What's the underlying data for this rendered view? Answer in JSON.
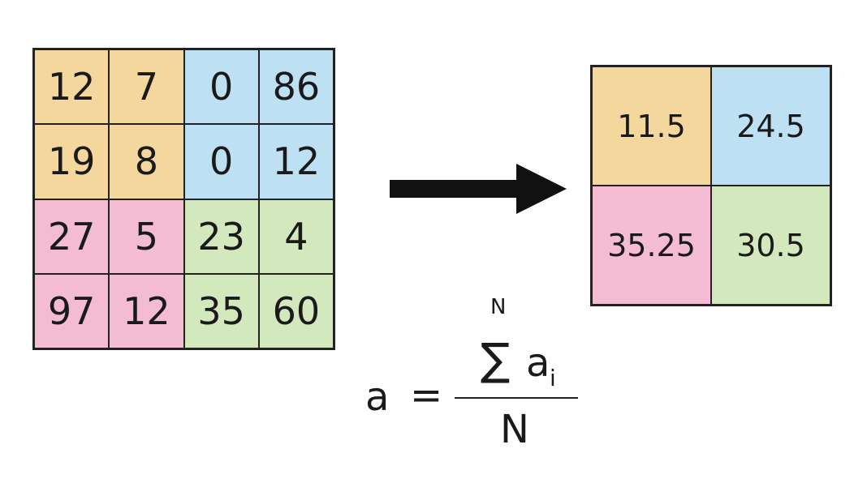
{
  "heading_partial": "",
  "colors": {
    "orange": "#f3d79c",
    "blue": "#bee0f3",
    "pink": "#f4bcd2",
    "green": "#d3e8bc",
    "border": "#222222",
    "arrow": "#111111"
  },
  "input_matrix": [
    [
      {
        "value": "12",
        "color": "orange"
      },
      {
        "value": "7",
        "color": "orange"
      },
      {
        "value": "0",
        "color": "blue"
      },
      {
        "value": "86",
        "color": "blue"
      }
    ],
    [
      {
        "value": "19",
        "color": "orange"
      },
      {
        "value": "8",
        "color": "orange"
      },
      {
        "value": "0",
        "color": "blue"
      },
      {
        "value": "12",
        "color": "blue"
      }
    ],
    [
      {
        "value": "27",
        "color": "pink"
      },
      {
        "value": "5",
        "color": "pink"
      },
      {
        "value": "23",
        "color": "green"
      },
      {
        "value": "4",
        "color": "green"
      }
    ],
    [
      {
        "value": "97",
        "color": "pink"
      },
      {
        "value": "12",
        "color": "pink"
      },
      {
        "value": "35",
        "color": "green"
      },
      {
        "value": "60",
        "color": "green"
      }
    ]
  ],
  "output_matrix": [
    [
      {
        "value": "11.5",
        "color": "orange"
      },
      {
        "value": "24.5",
        "color": "blue"
      }
    ],
    [
      {
        "value": "35.25",
        "color": "pink"
      },
      {
        "value": "30.5",
        "color": "green"
      }
    ]
  ],
  "arrow_icon": "right-arrow-icon",
  "formula": {
    "lhs": "a",
    "equals": "=",
    "sum_symbol": "∑",
    "sum_upper": "N",
    "term_base": "a",
    "term_sub": "i",
    "denominator": "N"
  }
}
